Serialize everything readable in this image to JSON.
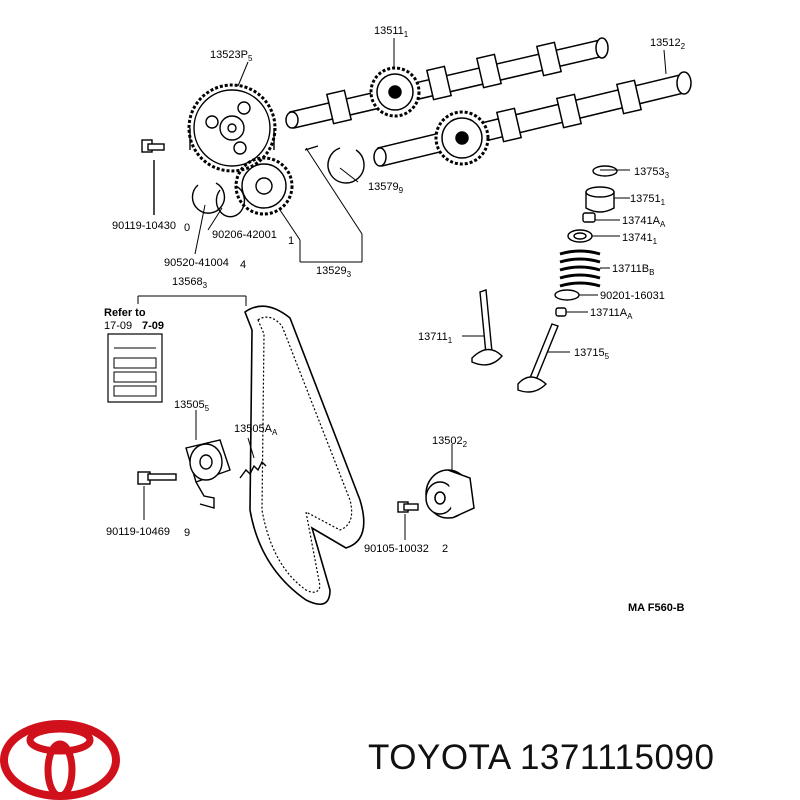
{
  "diagram": {
    "callouts": {
      "p13511": "13511",
      "p13511_sub": "1",
      "p13512": "13512",
      "p13512_sub": "2",
      "p13523": "13523P",
      "p13523_sub": "5",
      "p13579": "13579",
      "p13579_sub": "9",
      "p13753": "13753",
      "p13753_sub": "3",
      "p13751": "13751",
      "p13751_sub": "1",
      "p13741A": "13741A",
      "p13741A_sub": "A",
      "p13741": "13741",
      "p13741_sub": "1",
      "p13711B": "13711B",
      "p13711B_sub": "B",
      "p90201": "90201-16031",
      "p13711A": "13711A",
      "p13711A_sub": "A",
      "p13711": "13711",
      "p13711_sub": "1",
      "p13715": "13715",
      "p13715_sub": "5",
      "p90119_10430": "90119-10430",
      "p90119_10430_qty": "0",
      "p90206": "90206-42001",
      "p90206_qty": "1",
      "p90520": "90520-41004",
      "p90520_qty": "4",
      "p13529": "13529",
      "p13529_sub": "3",
      "p13568": "13568",
      "p13568_sub": "3",
      "p13505": "13505",
      "p13505_sub": "5",
      "p13505A": "13505A",
      "p13505A_sub": "A",
      "p13502": "13502",
      "p13502_sub": "2",
      "p90119_10469": "90119-10469",
      "p90119_10469_qty": "9",
      "p90105": "90105-10032",
      "p90105_qty": "2"
    },
    "refer_box": {
      "title": "Refer to",
      "left_code": "17-09",
      "right_code": "7-09"
    },
    "figure_code": "MA F560-B"
  },
  "footer": {
    "brand_text": "TOYOTA 1371115090",
    "logo_color": "#d0111b"
  }
}
